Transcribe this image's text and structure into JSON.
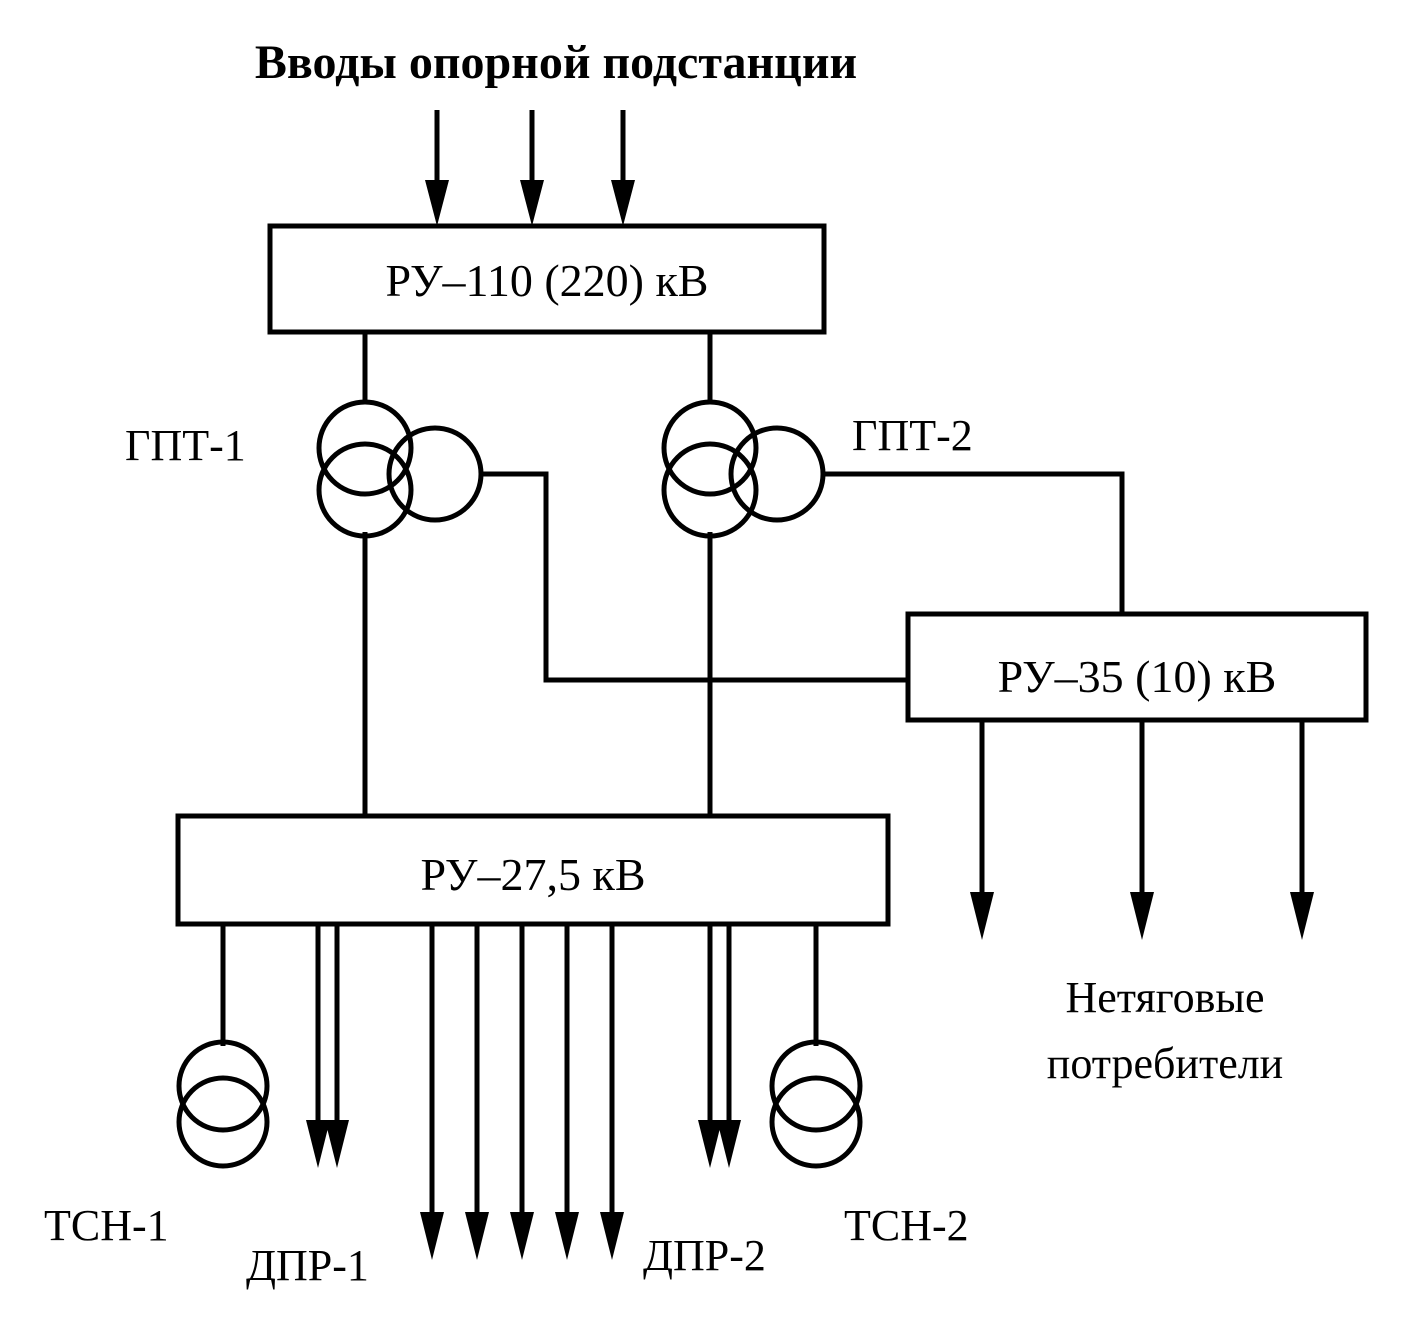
{
  "title": "Вводы опорной подстанции",
  "boxes": {
    "ru110": "РУ–110 (220) кВ",
    "ru35": "РУ–35 (10) кВ",
    "ru27": "РУ–27,5 кВ"
  },
  "transformers": {
    "gpt1": "ГПТ-1",
    "gpt2": "ГПТ-2",
    "tsn1": "ТСН-1",
    "tsn2": "ТСН-2"
  },
  "feeders": {
    "dpr1": "ДПР-1",
    "dpr2": "ДПР-2"
  },
  "consumers": {
    "line1": "Нетяговые",
    "line2": "потребители"
  }
}
